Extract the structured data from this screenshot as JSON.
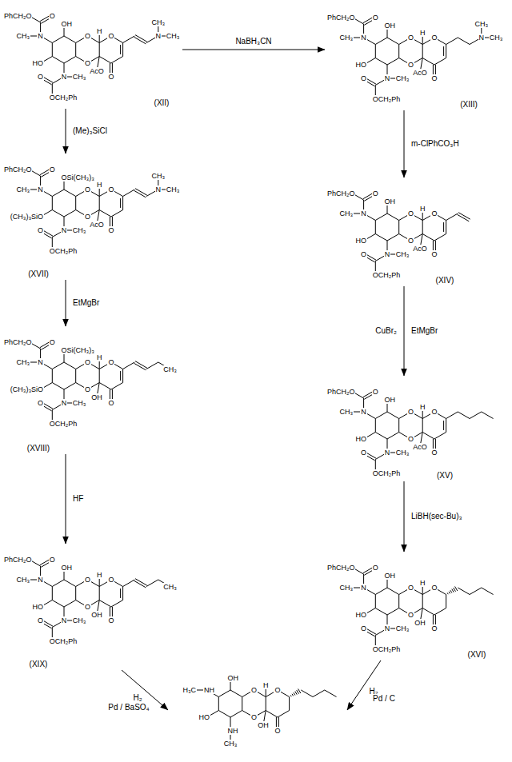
{
  "diagram": {
    "nodes": [
      {
        "text": [
          "PhCH₂O",
          "O",
          "OH",
          "N",
          "CH₃",
          "O",
          "H",
          "O",
          "HO",
          "O",
          "AcO",
          "O",
          "N",
          "CH₃",
          "O",
          "OCH₂Ph",
          "N",
          "CH₃",
          "CH₃",
          "(XII)"
        ]
      },
      {
        "text": [
          "PhCH₂O",
          "O",
          "OH",
          "N",
          "CH₃",
          "O",
          "H",
          "O",
          "HO",
          "O",
          "AcO",
          "O",
          "N",
          "CH₃",
          "O",
          "OCH₂Ph",
          "N",
          "CH₃",
          "CH₃",
          "(XIII)"
        ]
      },
      {
        "text": [
          "PhCH₂O",
          "O",
          "OSi(CH₃)₃",
          "N",
          "CH₃",
          "O",
          "H",
          "O",
          "(CH₃)₃SiO",
          "O",
          "AcO",
          "O",
          "N",
          "CH₃",
          "O",
          "OCH₂Ph",
          "N",
          "CH₃",
          "CH₃",
          "(XVII)"
        ]
      },
      {
        "text": [
          "PhCH₂O",
          "O",
          "OH",
          "N",
          "CH₃",
          "O",
          "H",
          "O",
          "HO",
          "O",
          "AcO",
          "O",
          "N",
          "CH₃",
          "O",
          "OCH₂Ph",
          "(XIV)"
        ]
      },
      {
        "text": [
          "PhCH₂O",
          "O",
          "OSi(CH₃)₃",
          "N",
          "CH₃",
          "O",
          "H",
          "O",
          "(CH₃)₃SiO",
          "O",
          "OH",
          "O",
          "N",
          "CH₃",
          "O",
          "OCH₂Ph",
          "CH₃",
          "(XVIII)"
        ]
      },
      {
        "text": [
          "PhCH₂O",
          "O",
          "OH",
          "N",
          "CH₃",
          "O",
          "H",
          "O",
          "HO",
          "O",
          "AcO",
          "O",
          "N",
          "CH₃",
          "O",
          "OCH₂Ph",
          "(XV)"
        ]
      },
      {
        "text": [
          "PhCH₂O",
          "O",
          "OH",
          "N",
          "CH₃",
          "O",
          "H",
          "O",
          "HO",
          "O",
          "OH",
          "O",
          "N",
          "CH₃",
          "O",
          "OCH₂Ph",
          "CH₃",
          "(XIX)"
        ]
      },
      {
        "text": [
          "PhCH₂O",
          "O",
          "OH",
          "N",
          "CH₃",
          "O",
          "H",
          "O",
          "HO",
          "O",
          "OH",
          "O",
          "N",
          "CH₃",
          "O",
          "OCH₂Ph",
          "(XVI)"
        ]
      },
      {
        "text": [
          "H₃C",
          "NH",
          "OH",
          "O",
          "H",
          "O",
          "HO",
          "O",
          "OH",
          "O",
          "NH",
          "CH₃"
        ]
      }
    ],
    "edges": [
      {
        "from": 0,
        "to": 1,
        "arrow": "to",
        "label": "NaBH₃CN"
      },
      {
        "from": 0,
        "to": 2,
        "arrow": "to",
        "label": "(Me)₃SiCl"
      },
      {
        "from": 2,
        "to": 4,
        "arrow": "to",
        "label": "EtMgBr"
      },
      {
        "from": 4,
        "to": 6,
        "arrow": "to",
        "label": "HF"
      },
      {
        "from": 1,
        "to": 3,
        "arrow": "to",
        "label": "m-ClPhCO₃H"
      },
      {
        "from": 3,
        "to": 5,
        "arrow": "to",
        "label": "CuBr₂"
      },
      {
        "from": 5,
        "to": 7,
        "arrow": "to",
        "label": "LiBH(sec-Bu)₃"
      },
      {
        "from": 6,
        "to": 8,
        "arrow": "to",
        "label": "H₂"
      },
      {
        "from": 7,
        "to": 8,
        "arrow": "to",
        "label": "H₂"
      }
    ],
    "labels": [
      "EtMgBr",
      "Pd / BaSO₄",
      "Pd / C"
    ]
  }
}
